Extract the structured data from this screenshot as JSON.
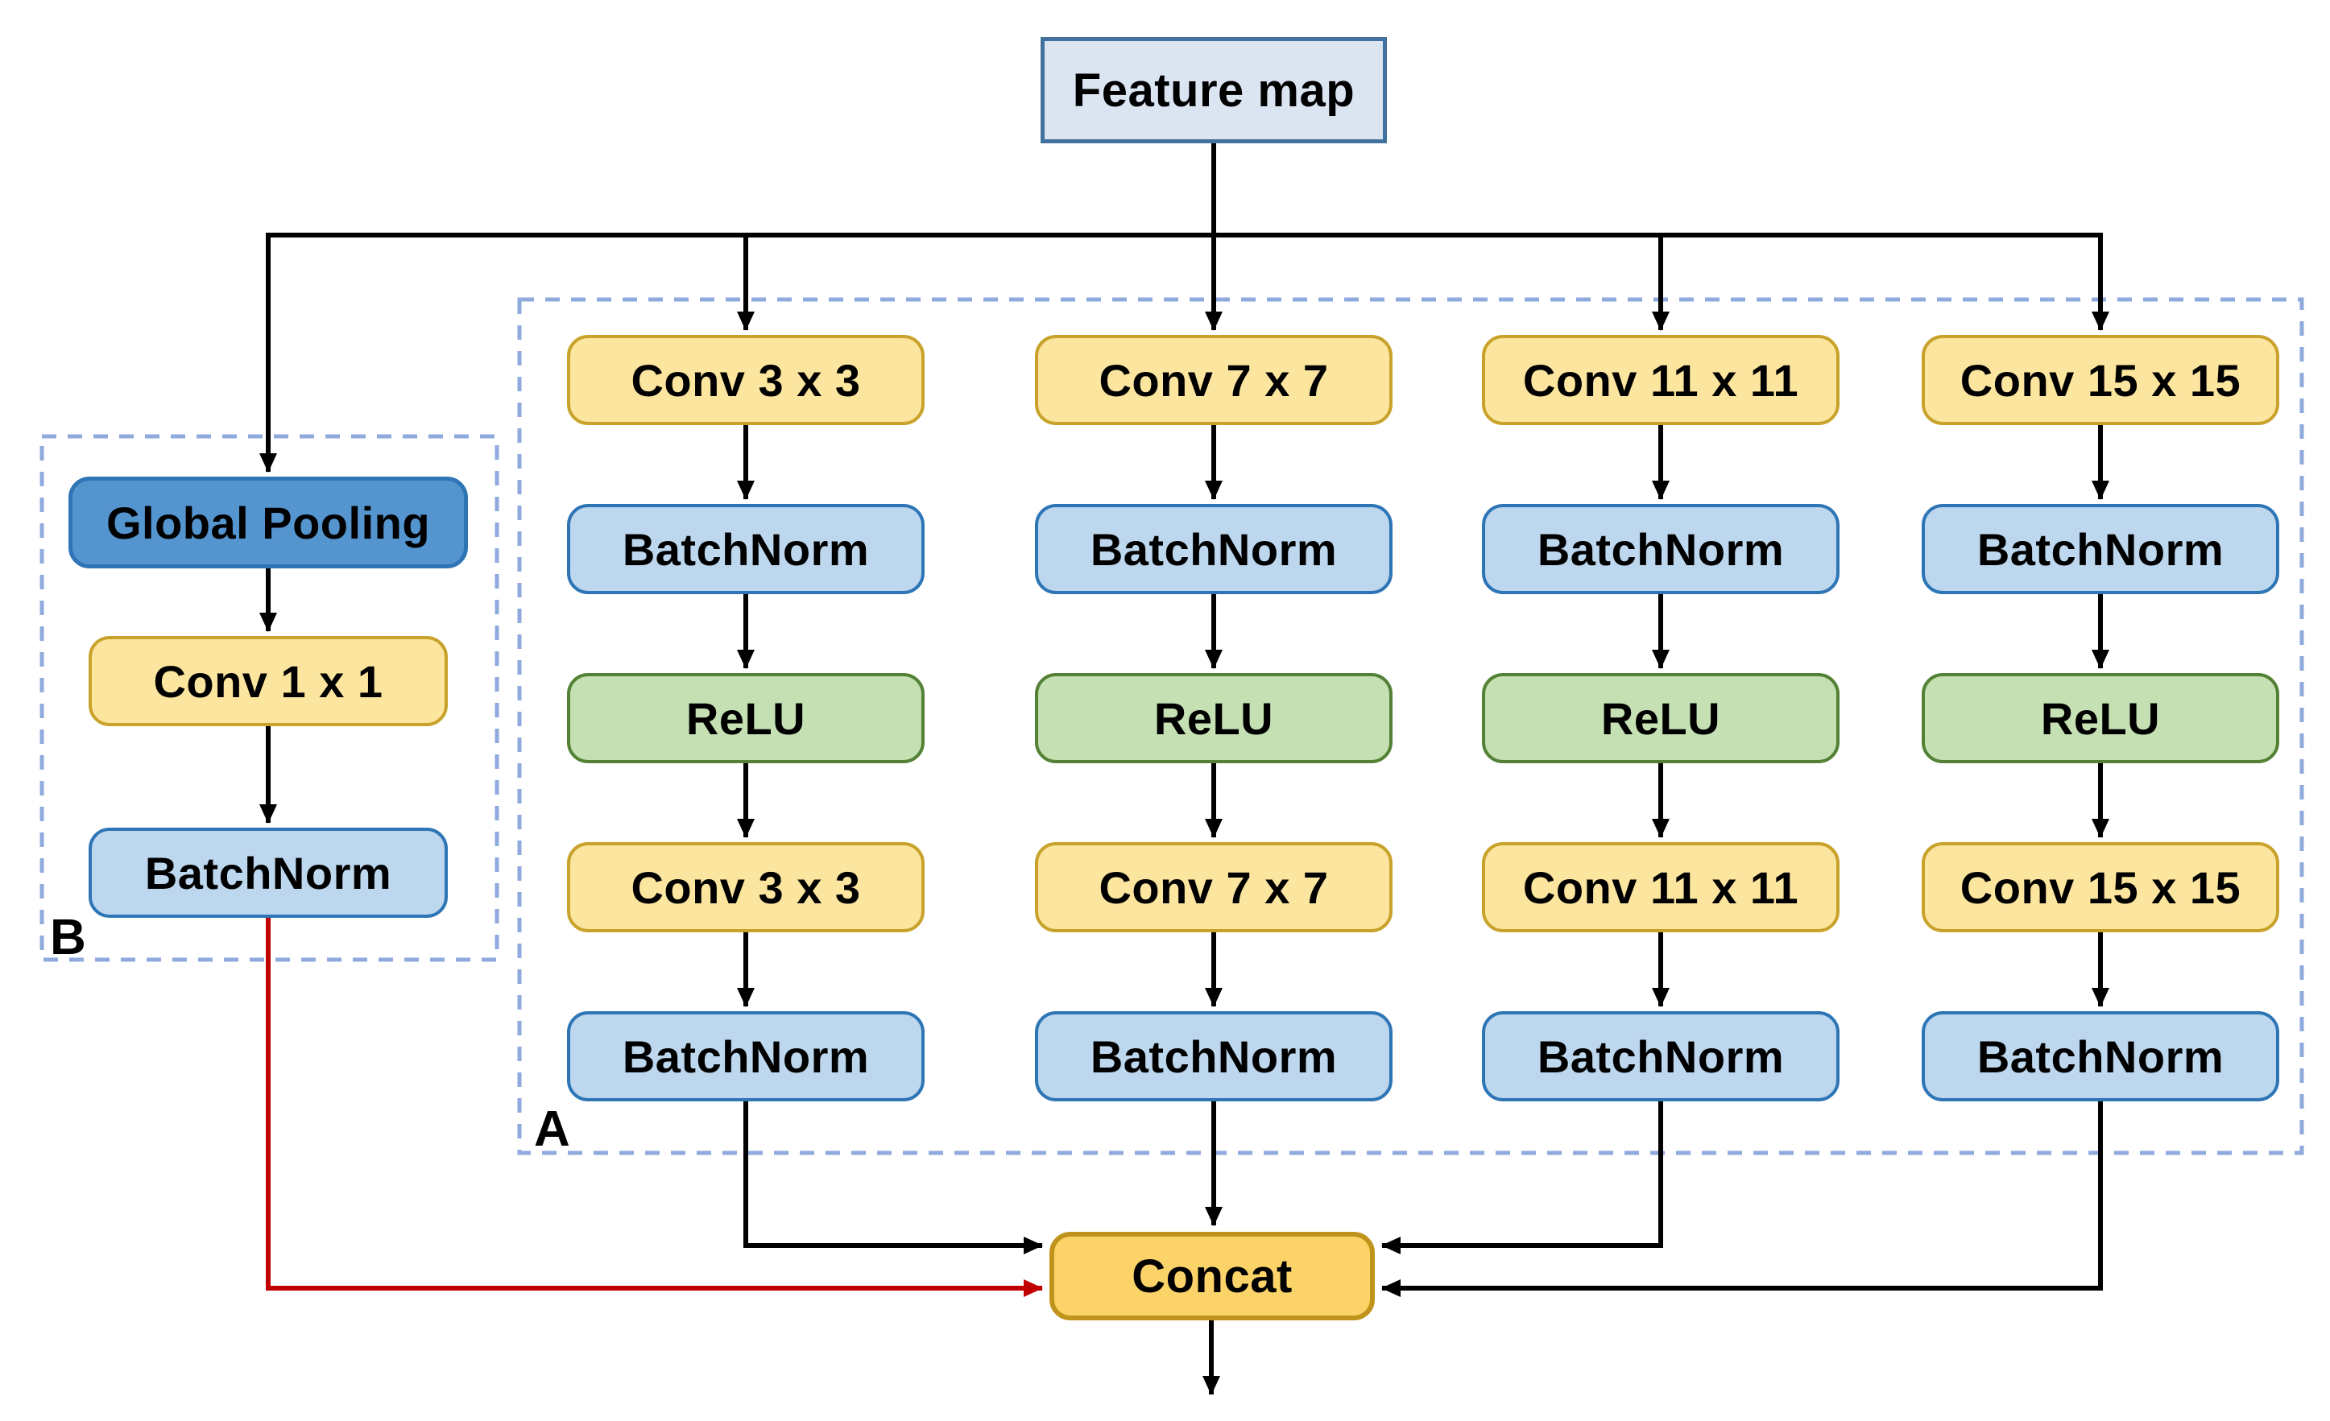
{
  "diagram": {
    "kind": "multi-scale-convolution-block",
    "input": {
      "label": "Feature map"
    },
    "output": {
      "label": "Concat"
    },
    "group_a": {
      "label": "A",
      "branches": [
        {
          "name": "branch-3x3",
          "nodes": [
            {
              "type": "conv",
              "label": "Conv 3 x 3"
            },
            {
              "type": "bn",
              "label": "BatchNorm"
            },
            {
              "type": "relu",
              "label": "ReLU"
            },
            {
              "type": "conv",
              "label": "Conv 3 x 3"
            },
            {
              "type": "bn",
              "label": "BatchNorm"
            }
          ]
        },
        {
          "name": "branch-7x7",
          "nodes": [
            {
              "type": "conv",
              "label": "Conv 7 x 7"
            },
            {
              "type": "bn",
              "label": "BatchNorm"
            },
            {
              "type": "relu",
              "label": "ReLU"
            },
            {
              "type": "conv",
              "label": "Conv 7 x 7"
            },
            {
              "type": "bn",
              "label": "BatchNorm"
            }
          ]
        },
        {
          "name": "branch-11x11",
          "nodes": [
            {
              "type": "conv",
              "label": "Conv 11 x 11"
            },
            {
              "type": "bn",
              "label": "BatchNorm"
            },
            {
              "type": "relu",
              "label": "ReLU"
            },
            {
              "type": "conv",
              "label": "Conv 11 x 11"
            },
            {
              "type": "bn",
              "label": "BatchNorm"
            }
          ]
        },
        {
          "name": "branch-15x15",
          "nodes": [
            {
              "type": "conv",
              "label": "Conv 15 x 15"
            },
            {
              "type": "bn",
              "label": "BatchNorm"
            },
            {
              "type": "relu",
              "label": "ReLU"
            },
            {
              "type": "conv",
              "label": "Conv 15 x 15"
            },
            {
              "type": "bn",
              "label": "BatchNorm"
            }
          ]
        }
      ]
    },
    "group_b": {
      "label": "B",
      "nodes": [
        {
          "type": "pool",
          "label": "Global Pooling"
        },
        {
          "type": "conv",
          "label": "Conv 1 x 1"
        },
        {
          "type": "bn",
          "label": "BatchNorm"
        }
      ]
    },
    "colors": {
      "conv_fill": "#fce59e",
      "conv_border": "#c8a22b",
      "bn_fill": "#bdd7ee",
      "bn_border": "#2e75b6",
      "relu_fill": "#c5e0b3",
      "relu_border": "#538135",
      "pool_fill": "#5494cf",
      "pool_border": "#2e75b6",
      "io_fill": "#dbe5f2",
      "io_border": "#41719c",
      "concat_fill": "#fbd369",
      "concat_border": "#c0941c",
      "group_dash": "#8faadc",
      "arrow": "#000000",
      "highlight_arrow": "#c00000"
    }
  }
}
